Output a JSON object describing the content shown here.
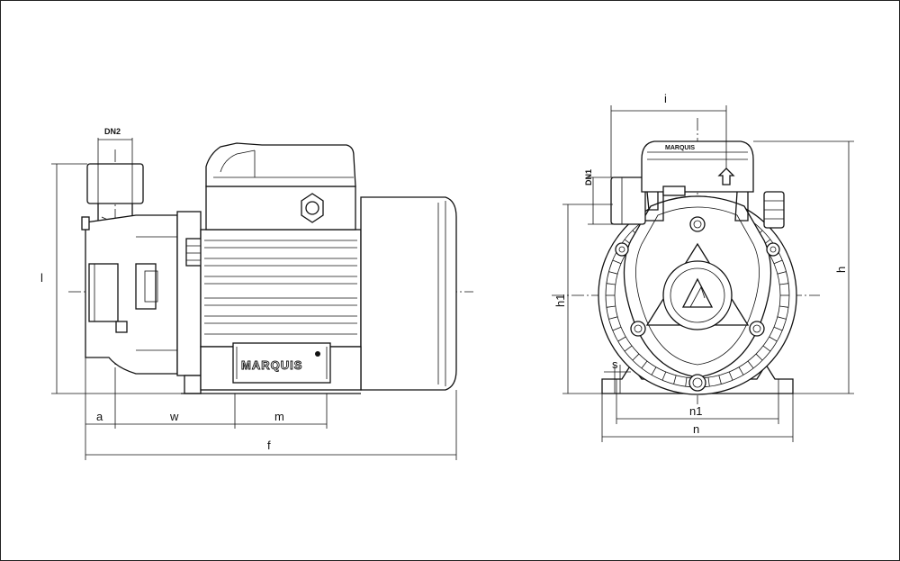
{
  "brand": "MARQUIS",
  "side_view": {
    "labels": {
      "dn2": "DN2",
      "l": "l",
      "a": "a",
      "w": "w",
      "m": "m",
      "f": "f"
    }
  },
  "front_view": {
    "labels": {
      "i": "i",
      "dn1": "DN1",
      "h1": "h1",
      "h": "h",
      "s": "s",
      "n1": "n1",
      "n": "n"
    }
  }
}
